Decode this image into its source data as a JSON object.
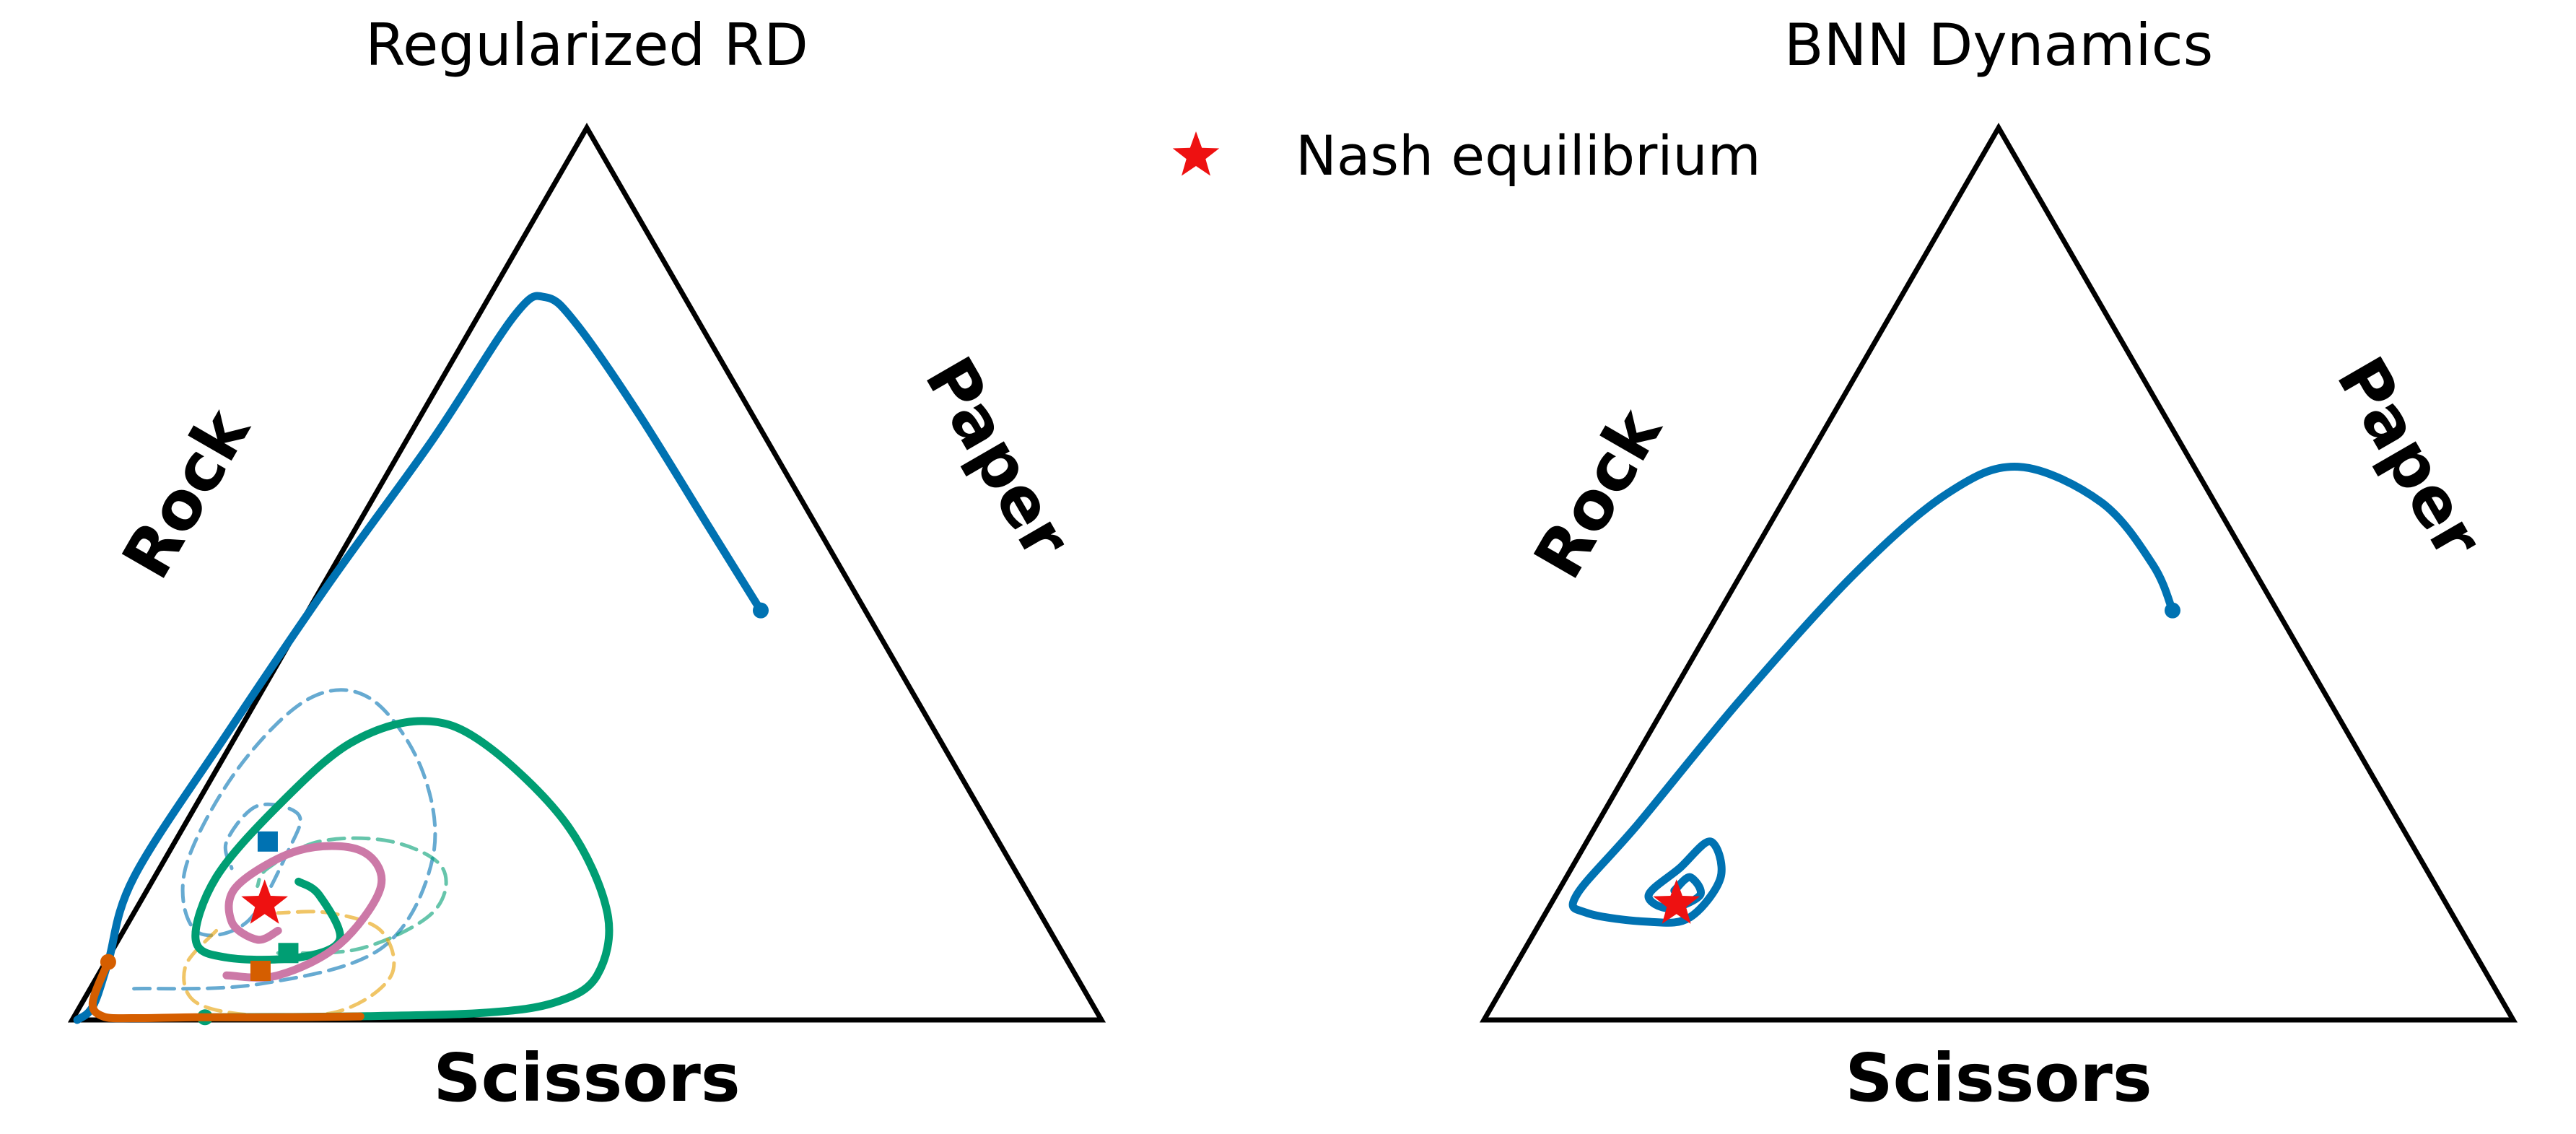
{
  "chart_data": [
    {
      "type": "line",
      "subtype": "ternary-simplex-trajectories",
      "title": "Regularized RD",
      "edge_labels": {
        "left": "Rock",
        "right": "Paper",
        "bottom": "Scissors"
      },
      "legend": {
        "entries": [
          "Nash equilibrium"
        ],
        "placement": "top-center"
      },
      "nash_equilibrium": {
        "x": 0.187,
        "y": 0.13
      },
      "series": [
        {
          "color": "#0072b2",
          "style": "solid",
          "points": [
            [
              0.669,
              0.459
            ],
            [
              0.62,
              0.55
            ],
            [
              0.55,
              0.68
            ],
            [
              0.49,
              0.78
            ],
            [
              0.46,
              0.81
            ],
            [
              0.43,
              0.79
            ],
            [
              0.35,
              0.65
            ],
            [
              0.25,
              0.49
            ],
            [
              0.15,
              0.32
            ],
            [
              0.06,
              0.16
            ],
            [
              0.035,
              0.065
            ],
            [
              0.02,
              0.015
            ],
            [
              0.005,
              0.0
            ]
          ],
          "start_marker": "dot"
        },
        {
          "color": "#009e73",
          "style": "solid",
          "points": [
            [
              0.129,
              0.003
            ],
            [
              0.27,
              0.004
            ],
            [
              0.4,
              0.008
            ],
            [
              0.47,
              0.02
            ],
            [
              0.51,
              0.05
            ],
            [
              0.52,
              0.12
            ],
            [
              0.48,
              0.22
            ],
            [
              0.4,
              0.31
            ],
            [
              0.34,
              0.335
            ],
            [
              0.27,
              0.31
            ],
            [
              0.2,
              0.24
            ],
            [
              0.14,
              0.16
            ],
            [
              0.12,
              0.09
            ],
            [
              0.15,
              0.07
            ],
            [
              0.22,
              0.07
            ],
            [
              0.26,
              0.09
            ],
            [
              0.24,
              0.14
            ],
            [
              0.22,
              0.155
            ]
          ],
          "start_marker": "dot"
        },
        {
          "color": "#d55e00",
          "style": "solid",
          "points": [
            [
              0.035,
              0.065
            ],
            [
              0.02,
              0.02
            ],
            [
              0.03,
              0.004
            ],
            [
              0.06,
              0.002
            ],
            [
              0.12,
              0.003
            ],
            [
              0.2,
              0.003
            ],
            [
              0.28,
              0.004
            ]
          ],
          "start_marker": "dot"
        },
        {
          "color": "#cc79a7",
          "style": "solid",
          "points": [
            [
              0.15,
              0.05
            ],
            [
              0.2,
              0.05
            ],
            [
              0.26,
              0.085
            ],
            [
              0.3,
              0.15
            ],
            [
              0.28,
              0.19
            ],
            [
              0.22,
              0.19
            ],
            [
              0.16,
              0.15
            ],
            [
              0.155,
              0.11
            ],
            [
              0.18,
              0.09
            ],
            [
              0.2,
              0.1
            ]
          ],
          "start_marker": "none"
        },
        {
          "color": "#0072b2",
          "style": "dashed",
          "points": [
            [
              0.06,
              0.035
            ],
            [
              0.18,
              0.04
            ],
            [
              0.3,
              0.08
            ],
            [
              0.35,
              0.18
            ],
            [
              0.34,
              0.28
            ],
            [
              0.29,
              0.36
            ],
            [
              0.23,
              0.36
            ],
            [
              0.16,
              0.28
            ],
            [
              0.11,
              0.17
            ],
            [
              0.12,
              0.1
            ],
            [
              0.17,
              0.11
            ],
            [
              0.21,
              0.19
            ],
            [
              0.22,
              0.23
            ],
            [
              0.18,
              0.24
            ],
            [
              0.15,
              0.2
            ],
            [
              0.155,
              0.17
            ]
          ],
          "start_marker": "none"
        },
        {
          "color": "#009e73",
          "style": "dashed",
          "points": [
            [
              0.2,
              0.075
            ],
            [
              0.28,
              0.08
            ],
            [
              0.35,
              0.12
            ],
            [
              0.36,
              0.17
            ],
            [
              0.31,
              0.2
            ],
            [
              0.24,
              0.2
            ],
            [
              0.19,
              0.17
            ],
            [
              0.18,
              0.15
            ]
          ],
          "start_marker": "none"
        },
        {
          "color": "#e69f00",
          "style": "dashed",
          "points": [
            [
              0.14,
              0.1
            ],
            [
              0.11,
              0.06
            ],
            [
              0.12,
              0.02
            ],
            [
              0.18,
              0.005
            ],
            [
              0.26,
              0.01
            ],
            [
              0.31,
              0.05
            ],
            [
              0.3,
              0.1
            ],
            [
              0.25,
              0.12
            ],
            [
              0.2,
              0.12
            ]
          ],
          "start_marker": "none"
        }
      ],
      "end_markers": [
        {
          "color": "#0072b2",
          "x": 0.19,
          "y": 0.2
        },
        {
          "color": "#009e73",
          "x": 0.21,
          "y": 0.075
        },
        {
          "color": "#d55e00",
          "x": 0.183,
          "y": 0.055
        }
      ]
    },
    {
      "type": "line",
      "subtype": "ternary-simplex-trajectories",
      "title": "BNN Dynamics",
      "edge_labels": {
        "left": "Rock",
        "right": "Paper",
        "bottom": "Scissors"
      },
      "nash_equilibrium": {
        "x": 0.187,
        "y": 0.13
      },
      "series": [
        {
          "color": "#0072b2",
          "style": "solid",
          "points": [
            [
              0.669,
              0.459
            ],
            [
              0.65,
              0.51
            ],
            [
              0.6,
              0.58
            ],
            [
              0.52,
              0.62
            ],
            [
              0.45,
              0.59
            ],
            [
              0.36,
              0.5
            ],
            [
              0.25,
              0.36
            ],
            [
              0.15,
              0.22
            ],
            [
              0.09,
              0.14
            ],
            [
              0.1,
              0.12
            ],
            [
              0.16,
              0.11
            ],
            [
              0.2,
              0.115
            ],
            [
              0.23,
              0.16
            ],
            [
              0.22,
              0.2
            ],
            [
              0.19,
              0.17
            ],
            [
              0.16,
              0.14
            ],
            [
              0.18,
              0.125
            ],
            [
              0.21,
              0.14
            ],
            [
              0.2,
              0.16
            ],
            [
              0.185,
              0.145
            ]
          ],
          "start_marker": "dot"
        }
      ]
    }
  ]
}
